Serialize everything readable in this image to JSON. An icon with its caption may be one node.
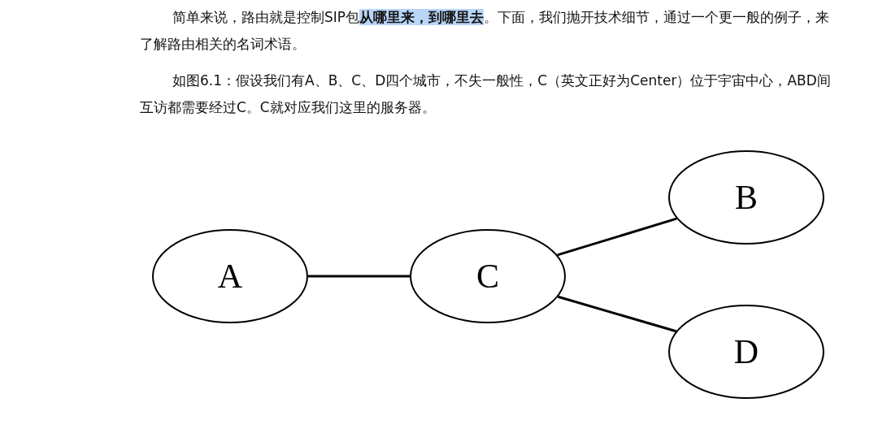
{
  "diagram": {
    "nodes": [
      {
        "text": [
          "A"
        ]
      },
      {
        "text": [
          "C"
        ]
      },
      {
        "text": [
          "B"
        ]
      },
      {
        "text": [
          "D"
        ]
      }
    ],
    "edges": [
      {
        "from": 0,
        "to": 1,
        "arrow": "none"
      },
      {
        "from": 1,
        "to": 2,
        "arrow": "none"
      },
      {
        "from": 1,
        "to": 3,
        "arrow": "none"
      }
    ],
    "labels": [
      "简单来说，路由就是控制SIP包**从哪里来，到哪里去**。下面，我们抛开技术细节，通过一个更一般的例子，来了解路由相关的名词术语。",
      "如图6.1：假设我们有A、B、C、D四个城市，不失一般性，C（英文正好为Center）位于宇宙中心，ABD间互访都需要经过C。C就对应我们这里的服务器。"
    ]
  }
}
